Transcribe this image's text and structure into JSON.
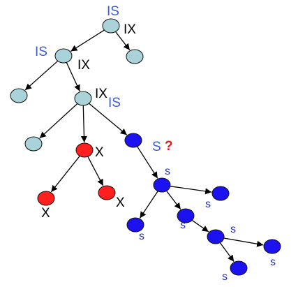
{
  "colors": {
    "idle_node": "#a9d3d9",
    "exclusive_node": "#ff1f1f",
    "shared_node": "#1c12f0",
    "intent_label": "#3a5bd6",
    "lock_label": "#000000",
    "shared_label": "#2730c9",
    "question_label": "#d11f1f",
    "edge": "#000000"
  },
  "nodes": [
    {
      "id": "root",
      "kind": "idle"
    },
    {
      "id": "root-right-child",
      "kind": "idle"
    },
    {
      "id": "level1-left",
      "kind": "idle"
    },
    {
      "id": "level2-left",
      "kind": "idle"
    },
    {
      "id": "level2-right",
      "kind": "idle"
    },
    {
      "id": "level3-left",
      "kind": "idle"
    },
    {
      "id": "x-node",
      "kind": "exclusive"
    },
    {
      "id": "s-node-top",
      "kind": "shared"
    },
    {
      "id": "x-child-left",
      "kind": "exclusive"
    },
    {
      "id": "x-child-right",
      "kind": "exclusive"
    },
    {
      "id": "s-node-mid",
      "kind": "shared"
    },
    {
      "id": "s-leaf-right",
      "kind": "shared"
    },
    {
      "id": "s-leaf-left",
      "kind": "shared"
    },
    {
      "id": "s-node-inner",
      "kind": "shared"
    },
    {
      "id": "s-node-deep",
      "kind": "shared"
    },
    {
      "id": "s-leaf-deep-right",
      "kind": "shared"
    },
    {
      "id": "s-leaf-deep-bottom",
      "kind": "shared"
    }
  ],
  "edges": [
    {
      "from": "root",
      "to": "level1-left"
    },
    {
      "from": "root",
      "to": "root-right-child"
    },
    {
      "from": "level1-left",
      "to": "level2-left"
    },
    {
      "from": "level1-left",
      "to": "level2-right"
    },
    {
      "from": "level2-right",
      "to": "level3-left"
    },
    {
      "from": "level2-right",
      "to": "x-node"
    },
    {
      "from": "level2-right",
      "to": "s-node-top"
    },
    {
      "from": "x-node",
      "to": "x-child-left"
    },
    {
      "from": "x-node",
      "to": "x-child-right"
    },
    {
      "from": "s-node-top",
      "to": "s-node-mid"
    },
    {
      "from": "s-node-mid",
      "to": "s-leaf-right"
    },
    {
      "from": "s-node-mid",
      "to": "s-leaf-left"
    },
    {
      "from": "s-node-mid",
      "to": "s-node-inner"
    },
    {
      "from": "s-node-inner",
      "to": "s-node-deep"
    },
    {
      "from": "s-node-deep",
      "to": "s-leaf-deep-right"
    },
    {
      "from": "s-node-deep",
      "to": "s-leaf-deep-bottom"
    }
  ],
  "labels": {
    "root_intent": "IS",
    "root_lock": "IX",
    "level1_intent": "IS",
    "level1_lock": "IX",
    "level2_lock": "IX",
    "level2_intent": "IS",
    "x_node": "X",
    "x_child_left": "X",
    "x_child_right": "X",
    "s_node_top_lock": "S",
    "s_node_top_question": "?",
    "s_node_mid": "s",
    "s_leaf_right": "s",
    "s_leaf_left": "s",
    "s_node_inner": "s",
    "s_node_deep": "s",
    "s_leaf_deep_right": "s",
    "s_leaf_deep_bottom": "s"
  }
}
